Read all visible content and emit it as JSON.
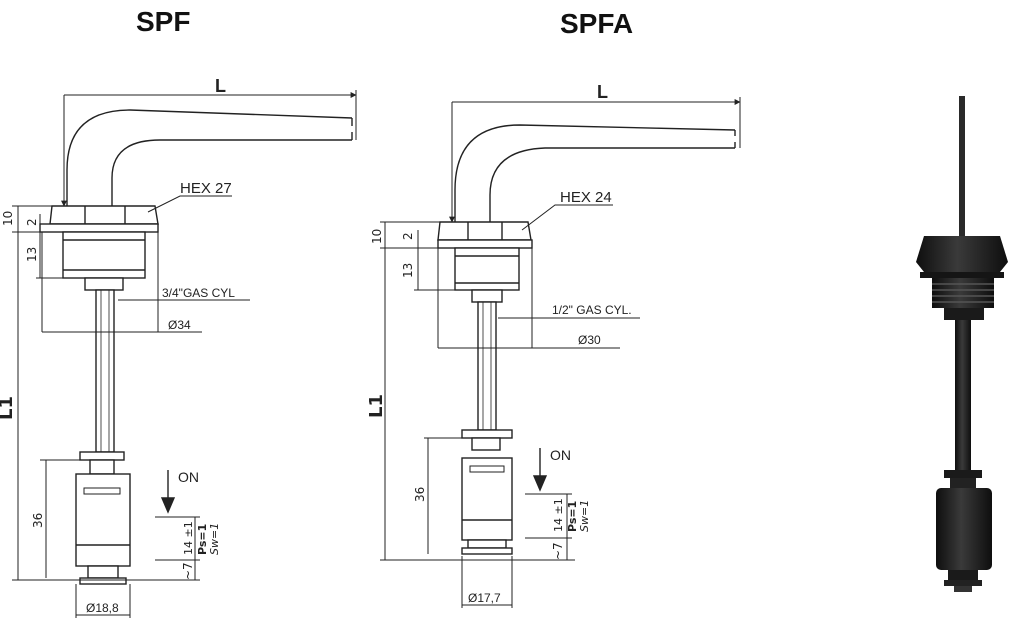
{
  "titles": {
    "left": "SPF",
    "middle": "SPFA"
  },
  "spf": {
    "length_label": "L",
    "length1_label": "L1",
    "hex": "HEX 27",
    "thread": "3/4\"GAS CYL",
    "dia_body": "Ø34",
    "dia_float": "Ø18,8",
    "dim_10": "10",
    "dim_2": "2",
    "dim_13": "13",
    "dim_36": "36",
    "dim_7": "~7",
    "dim_14": "14 ±1",
    "ps": "Ps=1",
    "sw": "Sw=1",
    "on": "ON"
  },
  "spfa": {
    "length_label": "L",
    "length1_label": "L1",
    "hex": "HEX 24",
    "thread": "1/2\" GAS CYL.",
    "dia_body": "Ø30",
    "dia_float": "Ø17,7",
    "dim_10": "10",
    "dim_2": "2",
    "dim_13": "13",
    "dim_36": "36",
    "dim_7": "~7",
    "dim_14": "14 ±1",
    "ps": "Ps=1",
    "sw": "Sw=1",
    "on": "ON"
  },
  "colors": {
    "line": "#222222",
    "dim_line": "#444444",
    "photo_body": "#1c1c1c"
  }
}
